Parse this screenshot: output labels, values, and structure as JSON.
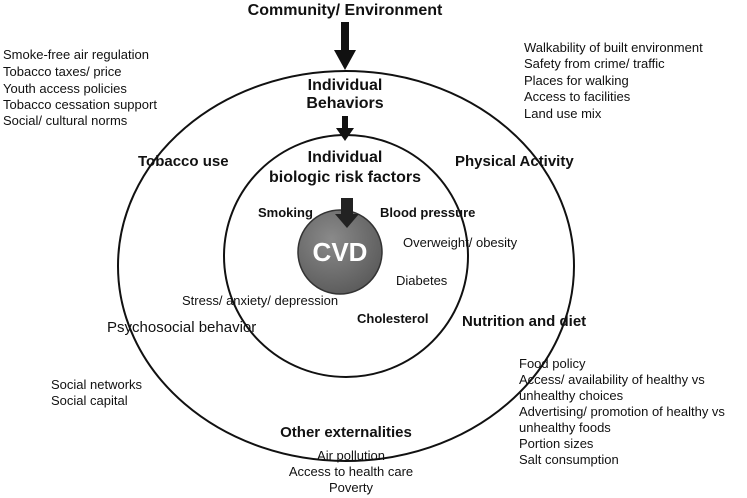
{
  "diagram": {
    "top_title": "Community/ Environment",
    "middle_ring_title": [
      "Individual",
      "Behaviors"
    ],
    "inner_ring_title": [
      "Individual",
      "biologic risk factors"
    ],
    "center": "CVD",
    "categories": {
      "tobacco": "Tobacco use",
      "physical_activity": "Physical Activity",
      "psychosocial": "Psychosocial behavior",
      "nutrition": "Nutrition and diet",
      "other_externalities": "Other externalities"
    },
    "risk_factors": {
      "smoking": "Smoking",
      "blood_pressure": "Blood pressure",
      "overweight": "Overweight/ obesity",
      "diabetes": "Diabetes",
      "stress": "Stress/ anxiety/ depression",
      "cholesterol": "Cholesterol"
    },
    "lists": {
      "tobacco_policies": [
        "Smoke-free air regulation",
        "Tobacco taxes/ price",
        "Youth access policies",
        "Tobacco cessation support",
        "Social/ cultural norms"
      ],
      "built_environment": [
        "Walkability of built environment",
        "Safety from crime/ traffic",
        "Places for walking",
        "Access to facilities",
        "Land use mix"
      ],
      "social": [
        "Social networks",
        "Social capital"
      ],
      "food": [
        "Food policy",
        "Access/ availability of healthy vs",
        "unhealthy choices",
        "Advertising/ promotion of healthy vs",
        "unhealthy foods",
        "Portion sizes",
        "Salt consumption"
      ],
      "externalities": [
        "Air pollution",
        "Access to health care",
        "Poverty"
      ]
    },
    "colors": {
      "ink": "#111111",
      "cvd_fill": "#6b6b6b",
      "cvd_text": "#ffffff"
    }
  }
}
